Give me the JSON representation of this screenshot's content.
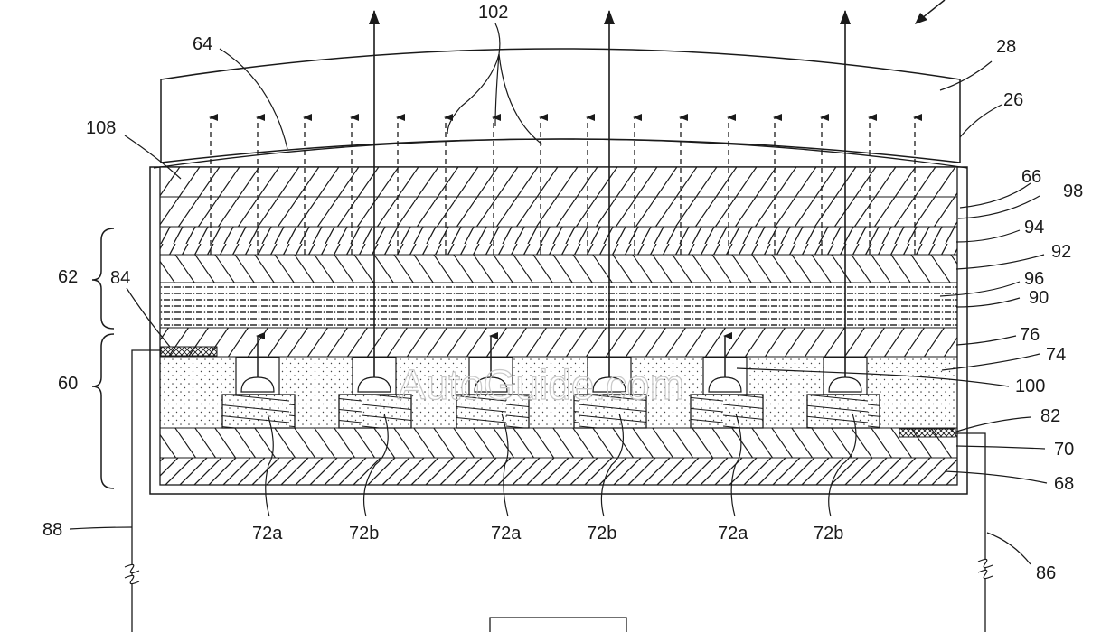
{
  "labels": {
    "l64": "64",
    "l102": "102",
    "l28": "28",
    "l26": "26",
    "l108": "108",
    "l66": "66",
    "l98": "98",
    "l94": "94",
    "l92": "92",
    "l62": "62",
    "l84": "84",
    "l96": "96",
    "l90": "90",
    "l76": "76",
    "l74": "74",
    "l60": "60",
    "l100": "100",
    "l82": "82",
    "l70": "70",
    "l68": "68",
    "l88": "88",
    "l86": "86",
    "l72a_1": "72a",
    "l72b_1": "72b",
    "l72a_2": "72a",
    "l72b_2": "72b",
    "l72a_3": "72a",
    "l72b_3": "72b"
  },
  "watermark": "AutoGuide.com",
  "colors": {
    "ink": "#1a1a1a",
    "paper": "#ffffff",
    "watermark": "#c8c8c8"
  }
}
